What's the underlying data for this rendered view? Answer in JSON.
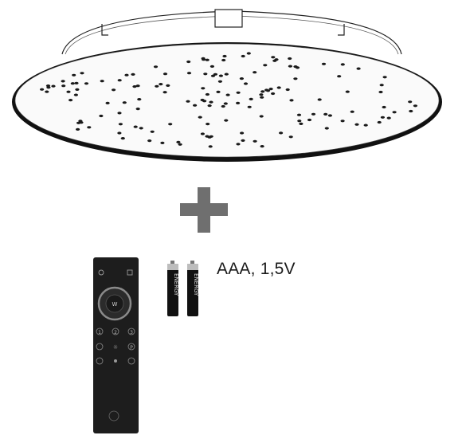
{
  "product": {
    "name": "ceiling-panel-light"
  },
  "plus_sign": {
    "color": "#6f6f6f"
  },
  "remote": {
    "center_button_label": "W",
    "buttons": [
      "1",
      "2",
      "3",
      "☼",
      "P"
    ],
    "body_color": "#1d1d1d",
    "ring_color": "#8a8a8a"
  },
  "batteries": {
    "label": "AAA, 1,5V",
    "brand_text": "ENERGY",
    "count": 2
  }
}
